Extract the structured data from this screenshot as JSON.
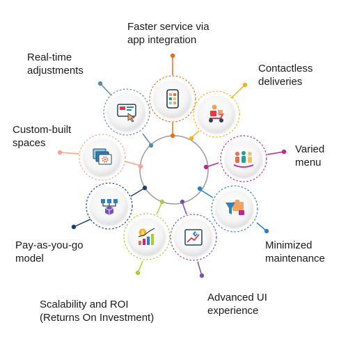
{
  "nodes": [
    {
      "id": "faster-service",
      "label": "Faster service via\napp integration",
      "color": "#f06a1e",
      "icon": "phone-app-icon"
    },
    {
      "id": "contactless",
      "label": "Contactless\ndeliveries",
      "color": "#f2b21e",
      "icon": "delivery-scooter-icon"
    },
    {
      "id": "varied-menu",
      "label": "Varied\nmenu",
      "color": "#c2268a",
      "icon": "people-menu-icon"
    },
    {
      "id": "minimized-maintenance",
      "label": "Minimized\nmaintenance",
      "color": "#2f7fc1",
      "icon": "funnel-folder-icon"
    },
    {
      "id": "advanced-ui",
      "label": "Advanced UI\nexperience",
      "color": "#7a4fb5",
      "icon": "rocket-growth-icon"
    },
    {
      "id": "scalability-roi",
      "label": "Scalability and ROI\n(Returns On Investment)",
      "color": "#a9cf38",
      "icon": "coin-bar-chart-icon"
    },
    {
      "id": "pay-as-you-go",
      "label": "Pay-as-you-go\nmodel",
      "color": "#1d3f6e",
      "icon": "network-cubes-icon"
    },
    {
      "id": "custom-built",
      "label": "Custom-built\nspaces",
      "color": "#f4a583",
      "icon": "gear-windows-icon"
    },
    {
      "id": "real-time",
      "label": "Real-time\nadjustments",
      "color": "#5c8aa5",
      "icon": "touch-screen-icon"
    }
  ]
}
